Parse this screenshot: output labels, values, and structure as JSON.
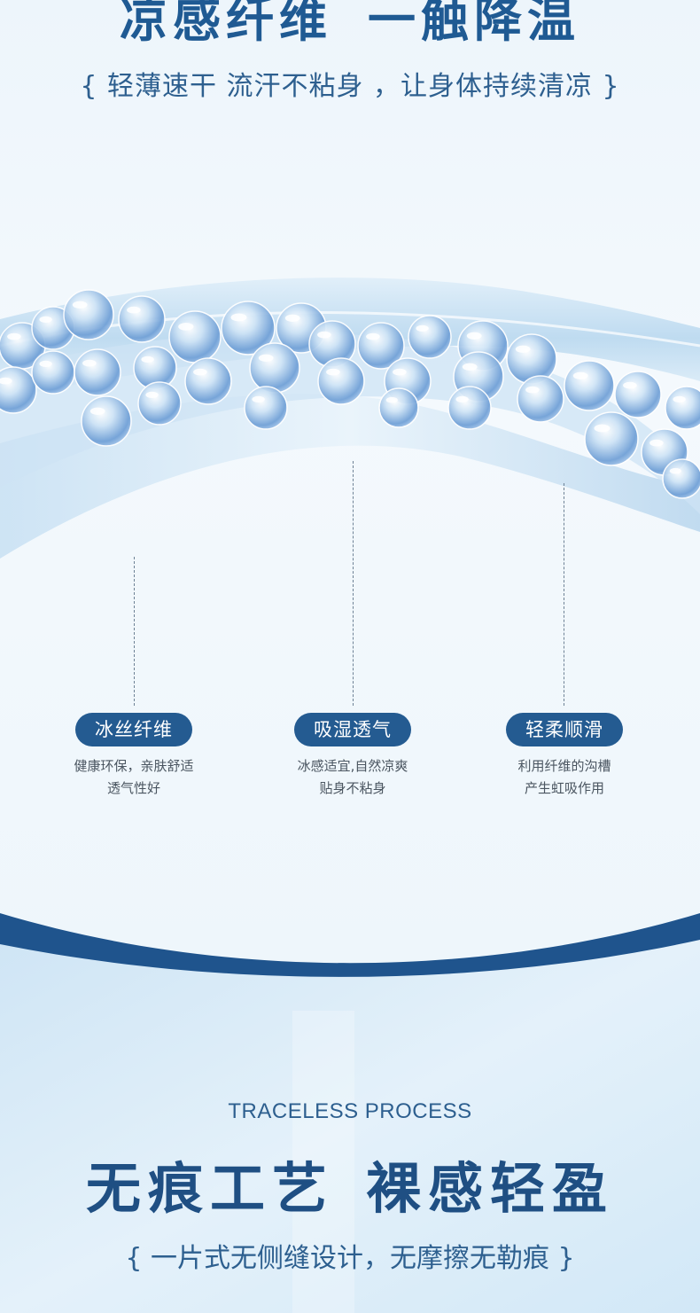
{
  "hero": {
    "title_left": "凉感纤维",
    "title_right": "一触降温",
    "subtitle": "{ 轻薄速干 流汗不粘身 ，让身体持续清凉 }"
  },
  "features": [
    {
      "label": "冰丝纤维",
      "desc_line1": "健康环保，亲肤舒适",
      "desc_line2": "透气性好"
    },
    {
      "label": "吸湿透气",
      "desc_line1": "冰感适宜,自然凉爽",
      "desc_line2": "贴身不粘身"
    },
    {
      "label": "轻柔顺滑",
      "desc_line1": "利用纤维的沟槽",
      "desc_line2": "产生虹吸作用"
    }
  ],
  "process": {
    "en_title": "TRACELESS PROCESS",
    "title_left": "无痕工艺",
    "title_right": "裸感轻盈",
    "subtitle": "{ 一片式无侧缝设计，无摩擦无勒痕 }"
  },
  "colors": {
    "accent": "#245b91",
    "title": "#1f5a93",
    "bottom_bg": "#d3e8f6"
  }
}
